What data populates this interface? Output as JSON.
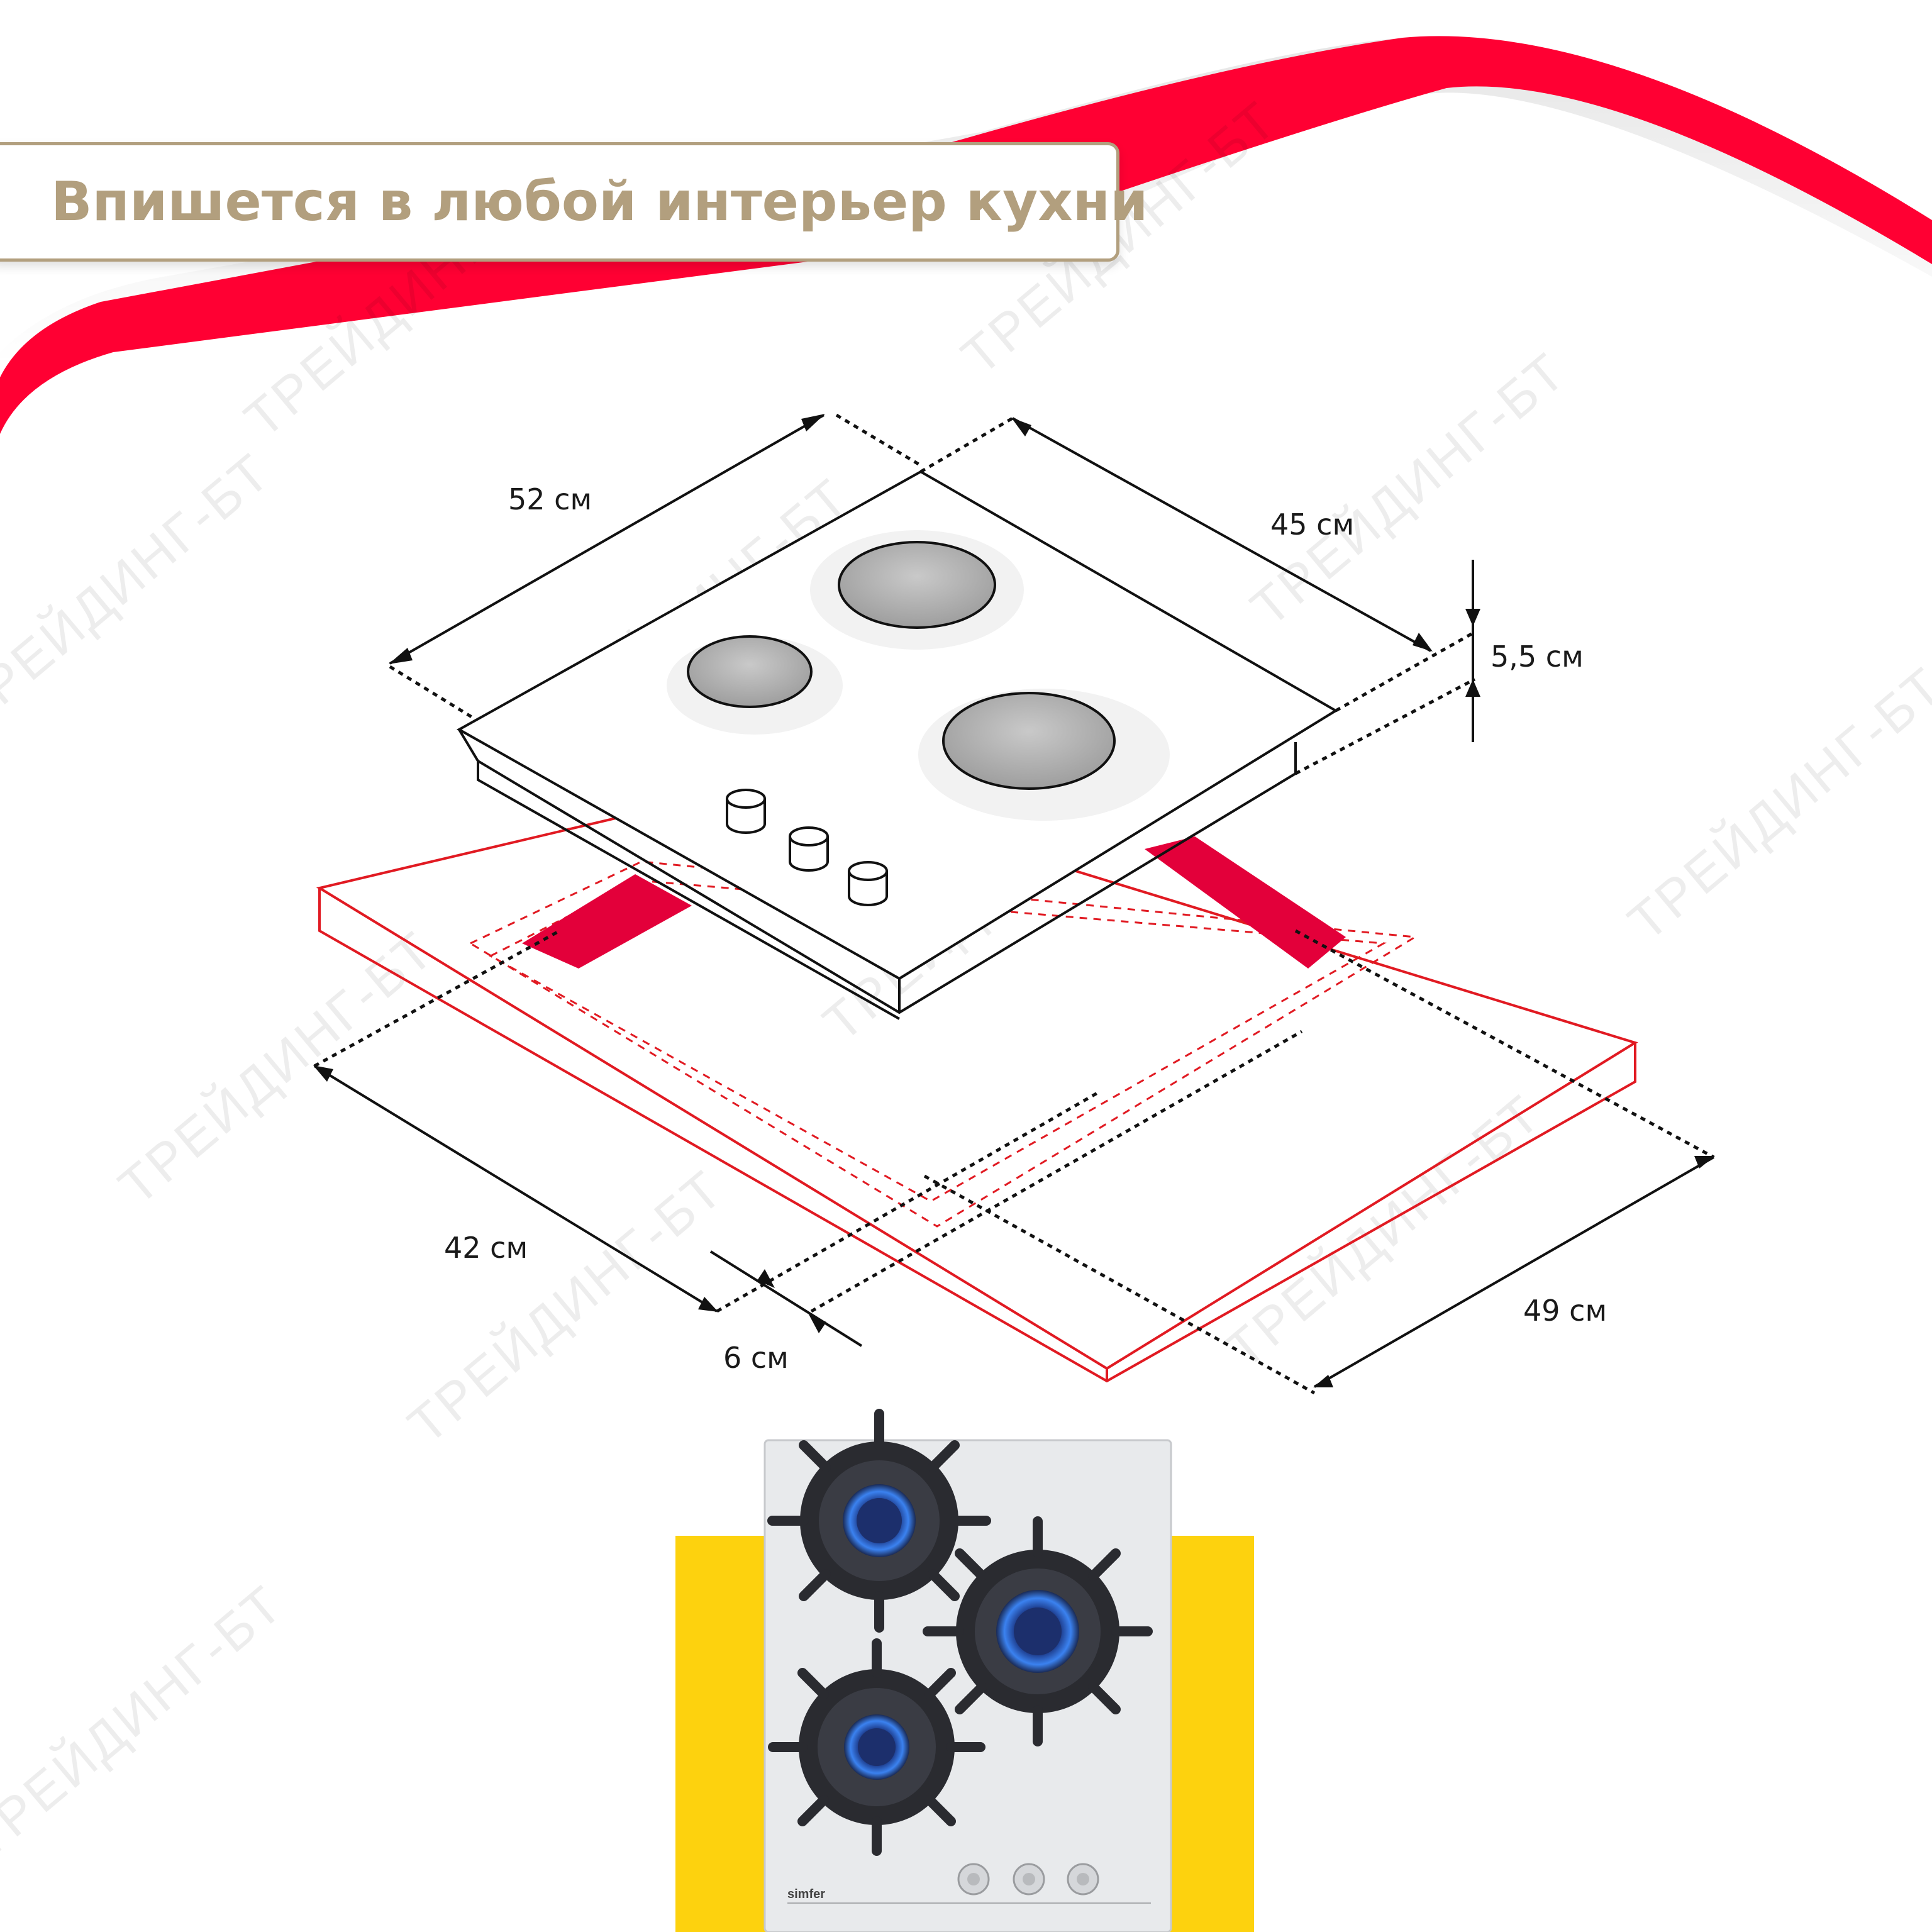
{
  "title": "Впишется в любой интерьер кухни",
  "dimensions": {
    "hob_width": "52 см",
    "hob_depth": "45 см",
    "hob_height": "5,5 см",
    "cutout_width": "42 см",
    "cutout_depth": "49 см",
    "edge_gap": "6 см"
  },
  "brand_label": "simfer",
  "watermark": "ТРЕЙДИНГ-БТ",
  "colors": {
    "accent_red": "#ff0033",
    "title_gold": "#b29f7e",
    "yellow": "#fdd20e",
    "counter_red": "#e11a22",
    "hob_glass": "#e8eaec",
    "grate": "#2a2b30",
    "flame_blue": "#2f6fd6"
  },
  "icons": [
    "cooktop-outline",
    "gas-hob-photo",
    "knob-icon",
    "burner-icon"
  ]
}
